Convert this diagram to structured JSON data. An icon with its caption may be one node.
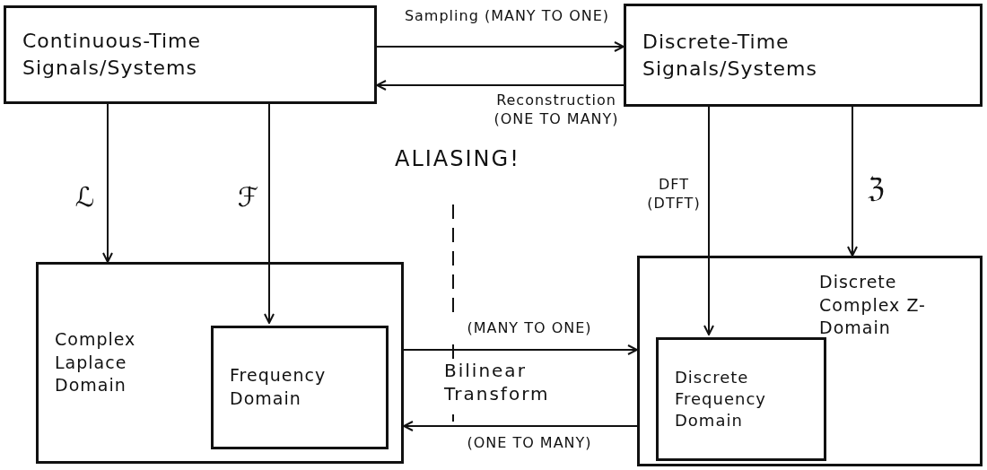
{
  "diagram": {
    "nodes": [
      {
        "text": [
          "Continuous-Time Signals/Systems"
        ]
      },
      {
        "text": [
          "Discrete-Time Signals/Systems"
        ]
      },
      {
        "text": [
          "Complex Laplace Domain"
        ]
      },
      {
        "text": [
          "Frequency Domain"
        ],
        "in": 2
      },
      {
        "text": [
          "Discrete Complex Z-Domain"
        ]
      },
      {
        "text": [
          "Discrete Frequency Domain"
        ],
        "in": 4
      }
    ],
    "edges": [
      {
        "from": 0,
        "to": 1,
        "arrow": "to",
        "label": "Sampling (MANY TO ONE)"
      },
      {
        "from": 1,
        "to": 0,
        "arrow": "to",
        "label": "Reconstruction (ONE TO MANY)"
      },
      {
        "from": 0,
        "to": 2,
        "arrow": "to",
        "label": "ℒ"
      },
      {
        "from": 0,
        "to": 3,
        "arrow": "to",
        "label": "ℱ"
      },
      {
        "from": 1,
        "to": 5,
        "arrow": "to",
        "label": "DFT (DTFT)"
      },
      {
        "from": 1,
        "to": 4,
        "arrow": "to",
        "label": "ℨ"
      },
      {
        "from": 2,
        "to": 4,
        "arrow": "to",
        "label": "(MANY TO ONE)"
      },
      {
        "from": 4,
        "to": 2,
        "arrow": "to",
        "label": "(ONE TO MANY)"
      }
    ],
    "labels": [
      "ALIASING!",
      "Bilinear Transform"
    ]
  }
}
